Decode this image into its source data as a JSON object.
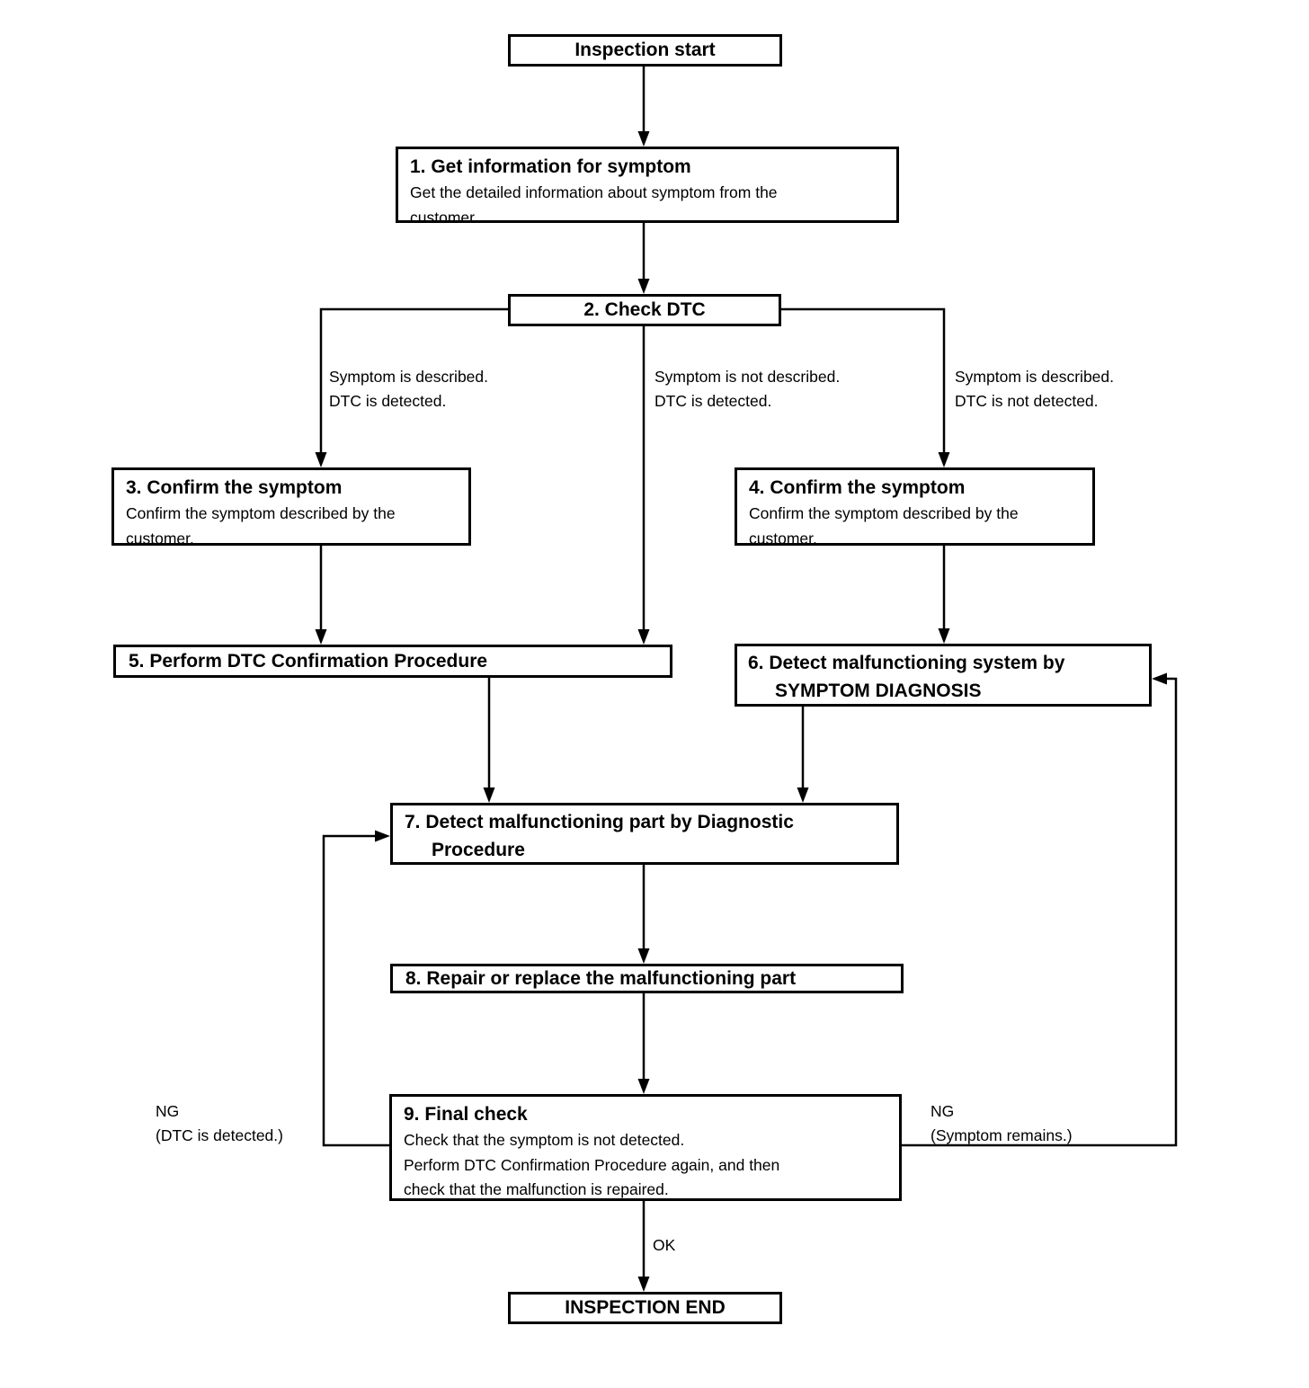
{
  "diagram": {
    "nodes": {
      "start": {
        "label": "Inspection start"
      },
      "step1": {
        "title": "1. Get information for symptom",
        "body_lines": [
          "Get the detailed information about symptom from the",
          "customer."
        ]
      },
      "step2": {
        "title": "2. Check DTC"
      },
      "step3": {
        "title": "3. Confirm the symptom",
        "body_lines": [
          "Confirm the symptom described by the",
          "customer."
        ]
      },
      "step4": {
        "title": "4. Confirm the symptom",
        "body_lines": [
          "Confirm the symptom described by the",
          "customer."
        ]
      },
      "step5": {
        "title": "5. Perform DTC Confirmation Procedure"
      },
      "step6": {
        "title_lines": [
          "6. Detect malfunctioning system by",
          "SYMPTOM DIAGNOSIS"
        ]
      },
      "step7": {
        "title_lines": [
          "7. Detect malfunctioning part by Diagnostic",
          "Procedure"
        ]
      },
      "step8": {
        "title": "8. Repair or replace the malfunctioning part"
      },
      "step9": {
        "title": "9. Final check",
        "body_lines": [
          "Check that the symptom is not detected.",
          "Perform DTC Confirmation Procedure again, and then",
          "check that the malfunction is repaired."
        ]
      },
      "end": {
        "label": "INSPECTION END"
      }
    },
    "branch_labels": {
      "left": [
        "Symptom is described.",
        "DTC is detected."
      ],
      "middle": [
        "Symptom is not described.",
        "DTC is detected."
      ],
      "right": [
        "Symptom is described.",
        "DTC is not detected."
      ]
    },
    "loop_labels": {
      "left": [
        "NG",
        "(DTC is detected.)"
      ],
      "right": [
        "NG",
        "(Symptom remains.)"
      ]
    },
    "ok_label": "OK",
    "colors": {
      "line": "#000000",
      "box_border": "#000000",
      "text": "#000000",
      "background": "#ffffff"
    }
  }
}
